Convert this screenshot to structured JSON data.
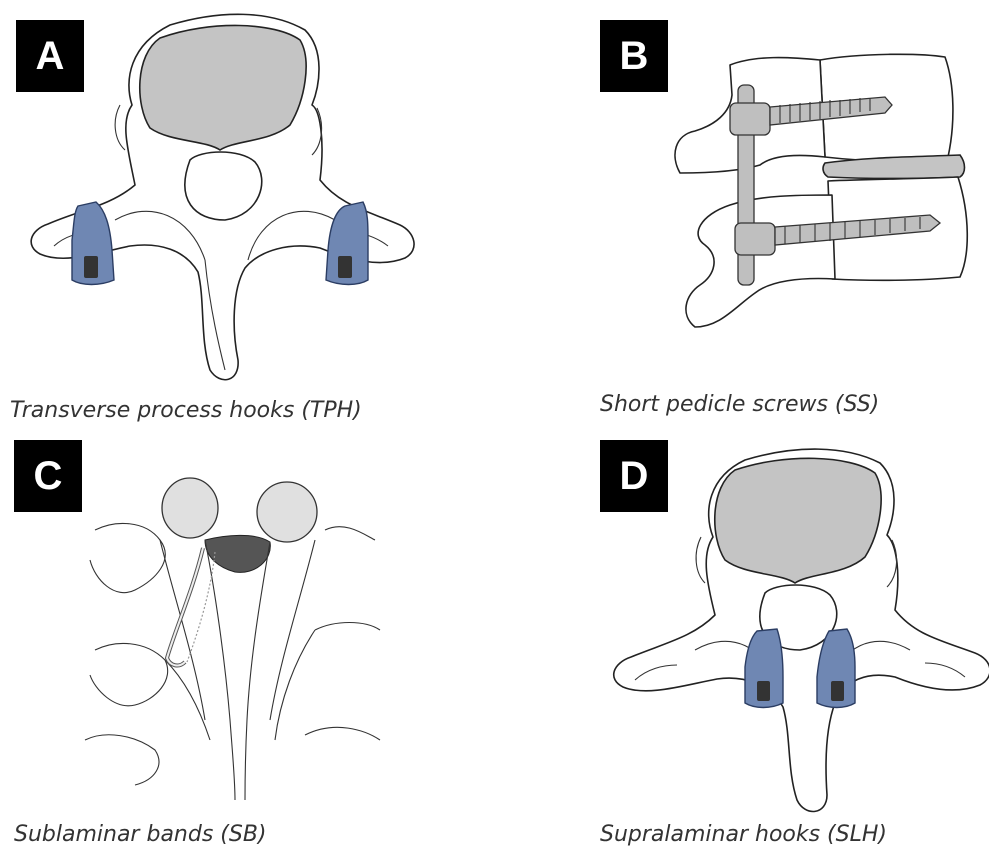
{
  "panels": [
    {
      "id": "A",
      "label": "A",
      "caption": "Transverse process hooks (TPH)"
    },
    {
      "id": "B",
      "label": "B",
      "caption": "Short pedicle screws (SS)"
    },
    {
      "id": "C",
      "label": "C",
      "caption": "Sublaminar bands (SB)"
    },
    {
      "id": "D",
      "label": "D",
      "caption": "Supralaminar hooks (SLH)"
    }
  ],
  "colors": {
    "badge": "#000000",
    "vertebral_body": "#c4c4c4",
    "hook": "#6f87b3",
    "implant_metal": "#bfbfbf"
  }
}
